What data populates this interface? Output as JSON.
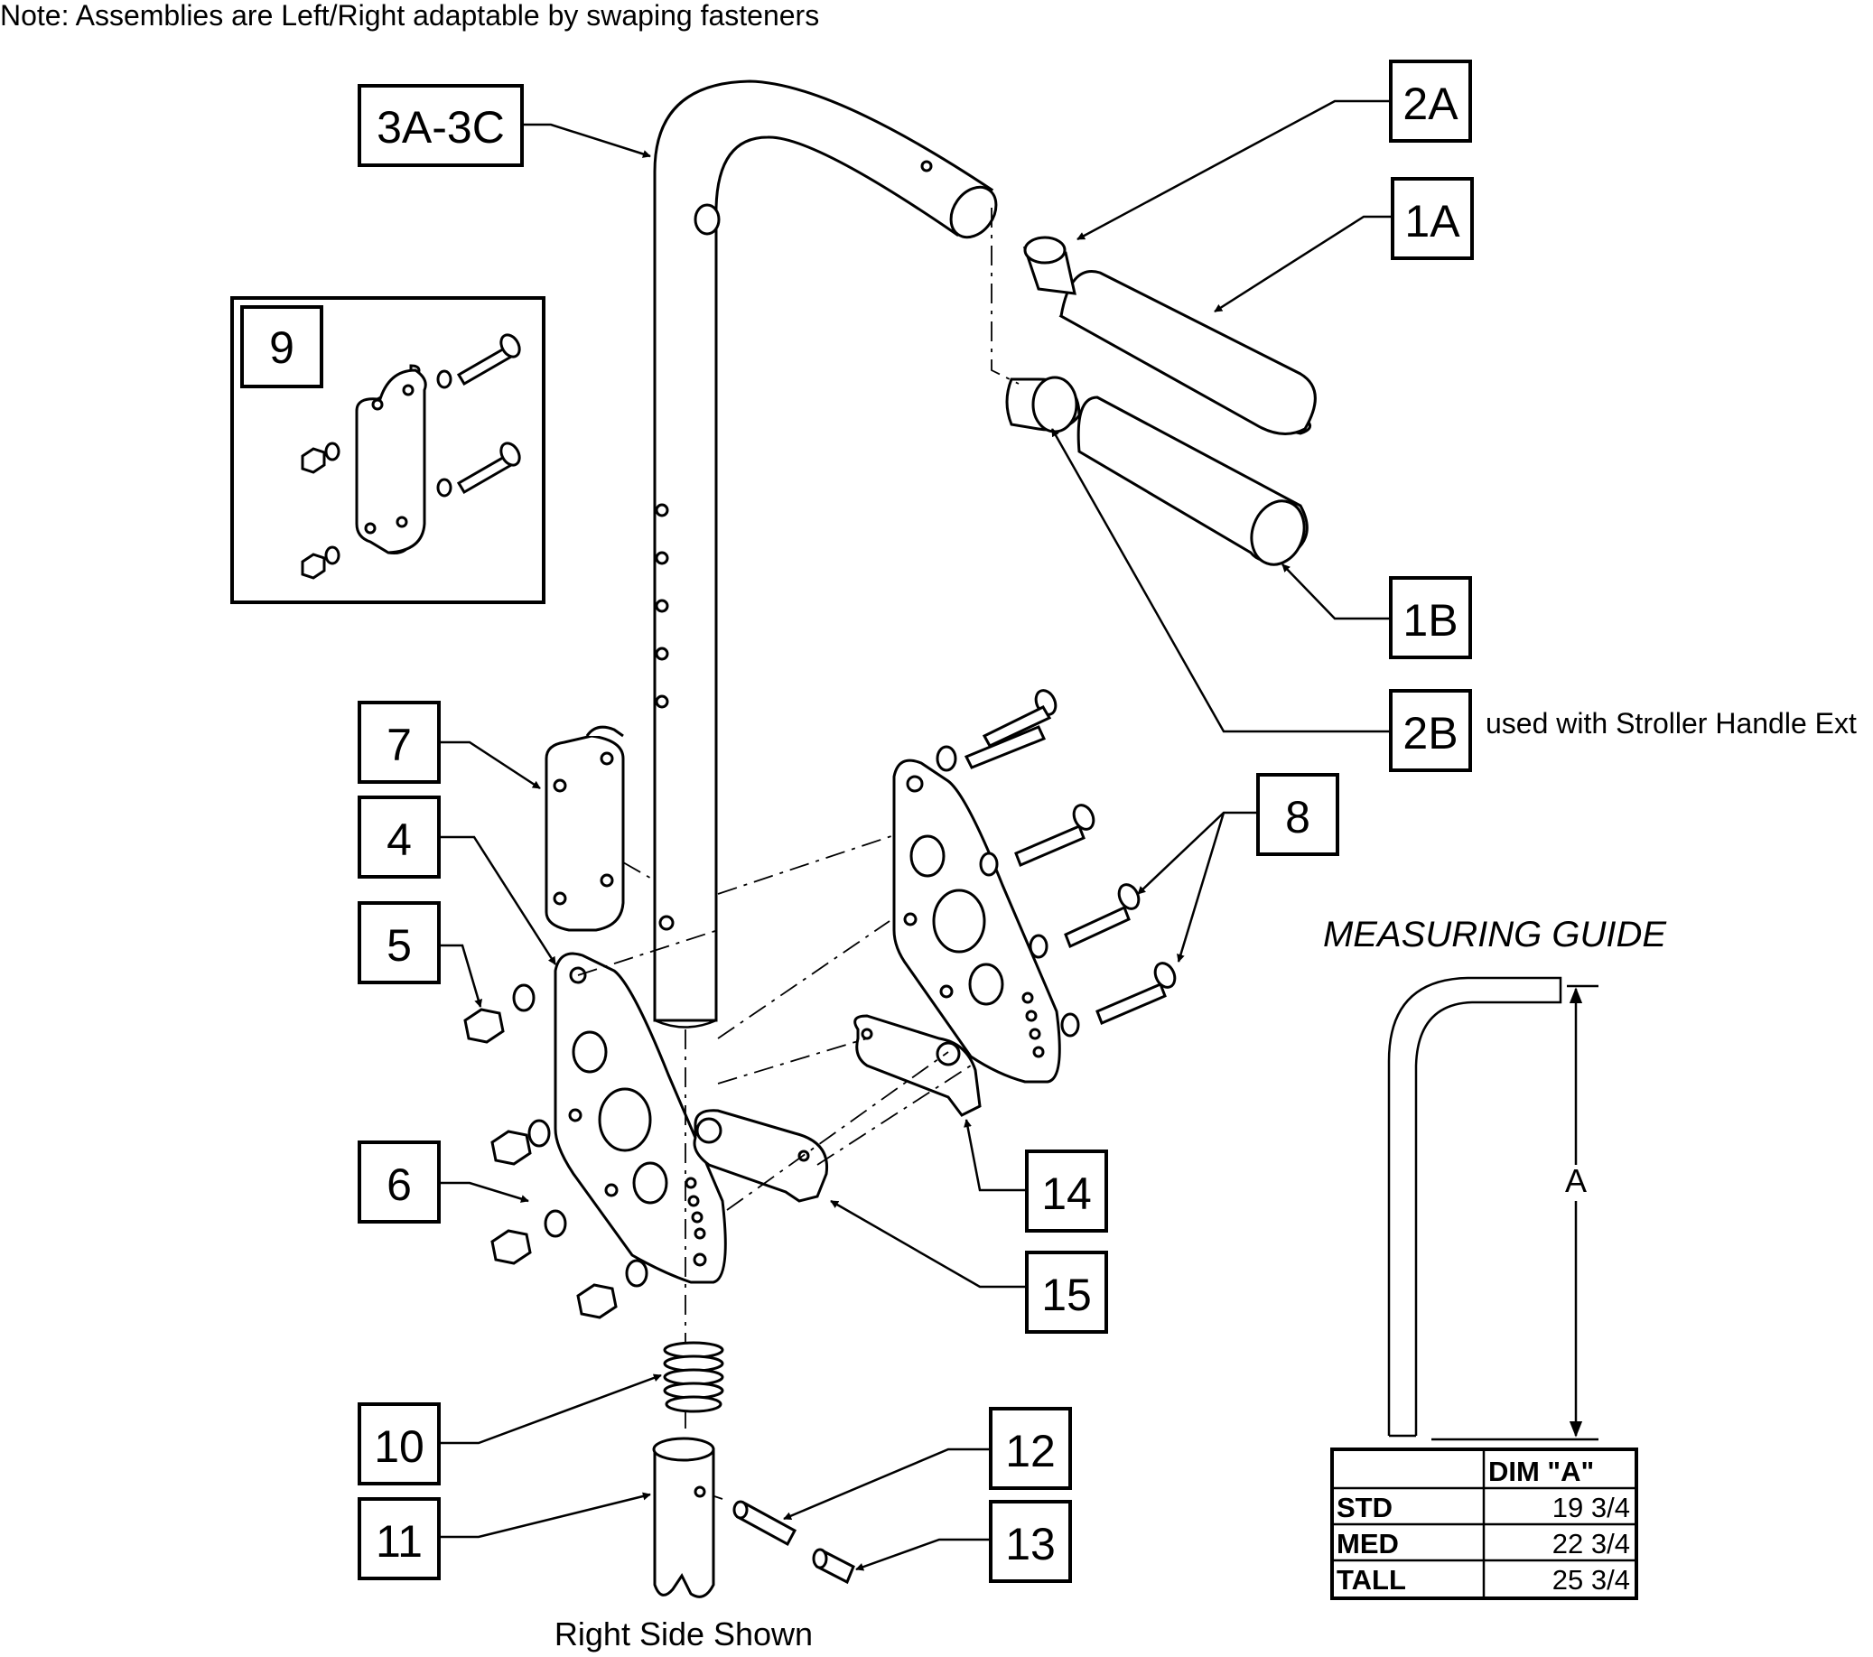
{
  "note": "Note: Assemblies are Left/Right adaptable by swaping fasteners",
  "caption": "Right Side Shown",
  "callouts": {
    "c3": "3A-3C",
    "c2a": "2A",
    "c1a": "1A",
    "c1b": "1B",
    "c2b": "2B",
    "c2b_note": "used with Stroller Handle Ext",
    "c9": "9",
    "c7": "7",
    "c4": "4",
    "c8": "8",
    "c5": "5",
    "c6": "6",
    "c14": "14",
    "c15": "15",
    "c10": "10",
    "c11": "11",
    "c12": "12",
    "c13": "13"
  },
  "measuring_guide": {
    "title": "MEASURING GUIDE",
    "dim_label": "A",
    "table": {
      "header": "DIM \"A\"",
      "rows": [
        {
          "size": "STD",
          "value": "19 3/4"
        },
        {
          "size": "MED",
          "value": "22 3/4"
        },
        {
          "size": "TALL",
          "value": "25 3/4"
        }
      ]
    }
  }
}
